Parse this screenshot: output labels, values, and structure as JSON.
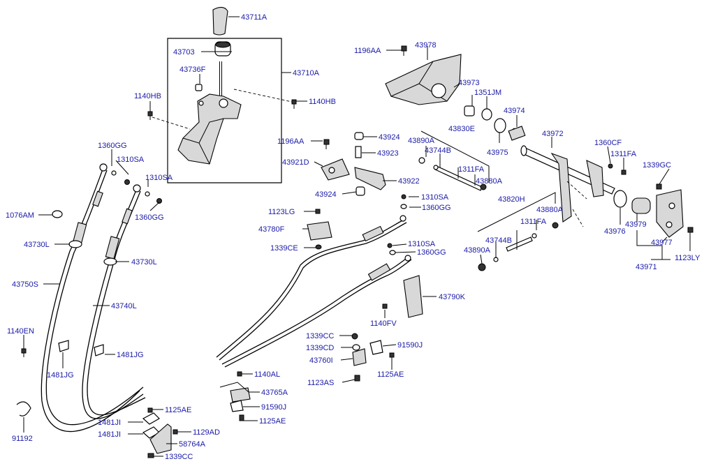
{
  "labels": {
    "p_43711A": "43711A",
    "p_43703": "43703",
    "p_43736F": "43736F",
    "p_43710A": "43710A",
    "p_1140HB_l": "1140HB",
    "p_1140HB_r": "1140HB",
    "p_1360GG_a": "1360GG",
    "p_1310SA_a": "1310SA",
    "p_1310SA_b": "1310SA",
    "p_1360GG_b": "1360GG",
    "p_1076AM": "1076AM",
    "p_43730L_a": "43730L",
    "p_43730L_b": "43730L",
    "p_43750S": "43750S",
    "p_43740L": "43740L",
    "p_1140EN": "1140EN",
    "p_1481JG_a": "1481JG",
    "p_1481JG_b": "1481JG",
    "p_91192": "91192",
    "p_1125AE_a": "1125AE",
    "p_1481JI_a": "1481JI",
    "p_1481JI_b": "1481JI",
    "p_1129AD": "1129AD",
    "p_58764A": "58764A",
    "p_1339CC_a": "1339CC",
    "p_1196AA_a": "1196AA",
    "p_43978": "43978",
    "p_43973": "43973",
    "p_1351JM": "1351JM",
    "p_43974": "43974",
    "p_43975": "43975",
    "p_43972": "43972",
    "p_1360CF": "1360CF",
    "p_1311FA_a": "1311FA",
    "p_1339GC": "1339GC",
    "p_43976": "43976",
    "p_43979": "43979",
    "p_43977": "43977",
    "p_1123LY": "1123LY",
    "p_43971": "43971",
    "p_43924_a": "43924",
    "p_1196AA_b": "1196AA",
    "p_43923": "43923",
    "p_43921D": "43921D",
    "p_43922": "43922",
    "p_43924_b": "43924",
    "p_43830E": "43830E",
    "p_43890A_a": "43890A",
    "p_43744B_a": "43744B",
    "p_1311FA_b": "1311FA",
    "p_43880A_a": "43880A",
    "p_1310SA_c": "1310SA",
    "p_1360GG_c": "1360GG",
    "p_43820H": "43820H",
    "p_43880A_b": "43880A",
    "p_1311FA_c": "1311FA",
    "p_43744B_b": "43744B",
    "p_43890A_b": "43890A",
    "p_1123LG": "1123LG",
    "p_43780F": "43780F",
    "p_1339CE": "1339CE",
    "p_1310SA_d": "1310SA",
    "p_1360GG_d": "1360GG",
    "p_43790K": "43790K",
    "p_1140FV": "1140FV",
    "p_1339CC_b": "1339CC",
    "p_1339CD": "1339CD",
    "p_43760I": "43760I",
    "p_91590J_a": "91590J",
    "p_1125AE_b": "1125AE",
    "p_1123AS": "1123AS",
    "p_1140AL": "1140AL",
    "p_43765A": "43765A",
    "p_91590J_b": "91590J",
    "p_1125AE_c": "1125AE"
  },
  "colors": {
    "label_text": "#1a1aa8",
    "linework": "#000000",
    "background": "#ffffff"
  }
}
